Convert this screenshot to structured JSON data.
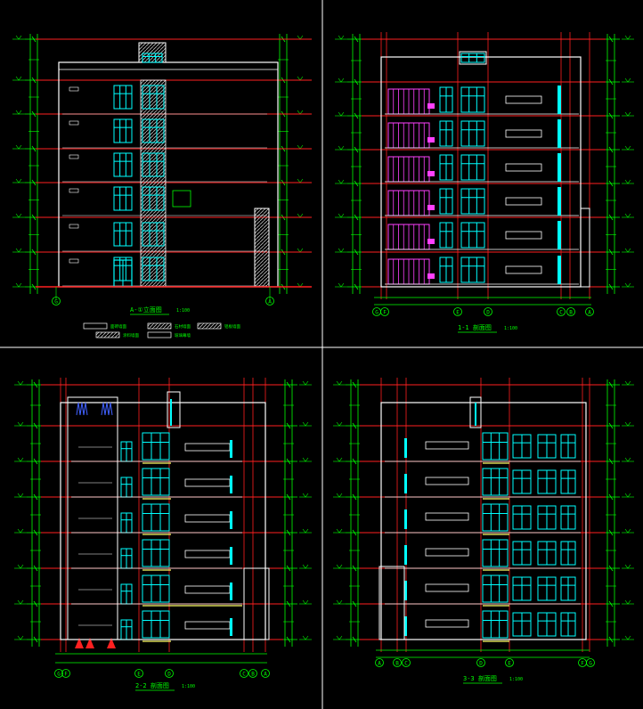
{
  "colors": {
    "background": "#000000",
    "divider": "#ffffff",
    "floor_line": "#ff2020",
    "grid_line": "#ff2020",
    "dimension": "#00ff00",
    "wall": "#ffffff",
    "window": "#00ffff",
    "railing": "#ff40ff",
    "axis_bubble": "#00ff00",
    "hatch": "#bbbbbb",
    "yellow": "#ffff66",
    "stair": "#4060ff",
    "red_fill": "#ff2020"
  },
  "panels": [
    {
      "id": "elevation",
      "title": "A-①立面图",
      "scale": "1:100",
      "axis_labels": [
        "G",
        "A"
      ]
    },
    {
      "id": "section-1",
      "title": "1-1 剖面图",
      "scale": "1:100",
      "axis_labels": [
        "G",
        "F",
        "E",
        "D",
        "C",
        "B",
        "A"
      ]
    },
    {
      "id": "section-2",
      "title": "2-2 剖面图",
      "scale": "1:100",
      "axis_labels": [
        "G",
        "F",
        "E",
        "D",
        "C",
        "B",
        "A"
      ]
    },
    {
      "id": "section-3",
      "title": "3-3 剖面图",
      "scale": "1:100",
      "axis_labels": [
        "A",
        "B",
        "C",
        "D",
        "E",
        "F",
        "G"
      ]
    }
  ],
  "legend": [
    {
      "label": "面砖墙面"
    },
    {
      "label": "涂料墙面"
    },
    {
      "label": "石材墙面"
    },
    {
      "label": "玻璃幕墙"
    },
    {
      "label": "铝板墙面"
    }
  ]
}
